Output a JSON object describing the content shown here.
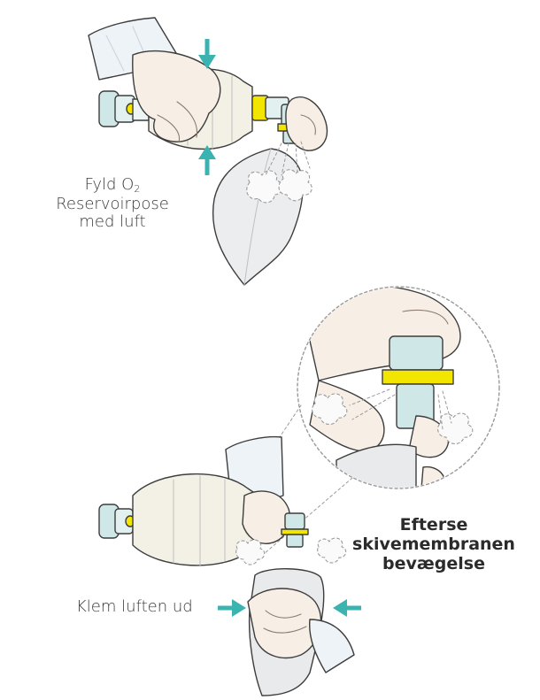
{
  "labels": {
    "fill_part1": "Fyld O",
    "fill_sub": "2",
    "fill_part2": " Reservoirpose",
    "fill_line2": "med luft",
    "check_line1": "Efterse skivemembranen",
    "check_line2": "bevægelse",
    "squeeze": "Klem luften ud"
  },
  "colors": {
    "arrow": "#3bb3b0",
    "skin": "#f7efe6",
    "outline": "#3d3d3d",
    "bag": "#f3f1e6",
    "valve": "#cfe7e6",
    "ring_yellow": "#f2e600",
    "reservoir": "#e9eaec",
    "sleeve": "#eef3f7"
  },
  "icons": [
    "arrow-down-icon",
    "arrow-up-icon",
    "arrow-right-icon",
    "arrow-left-icon",
    "air-puff-icon"
  ]
}
